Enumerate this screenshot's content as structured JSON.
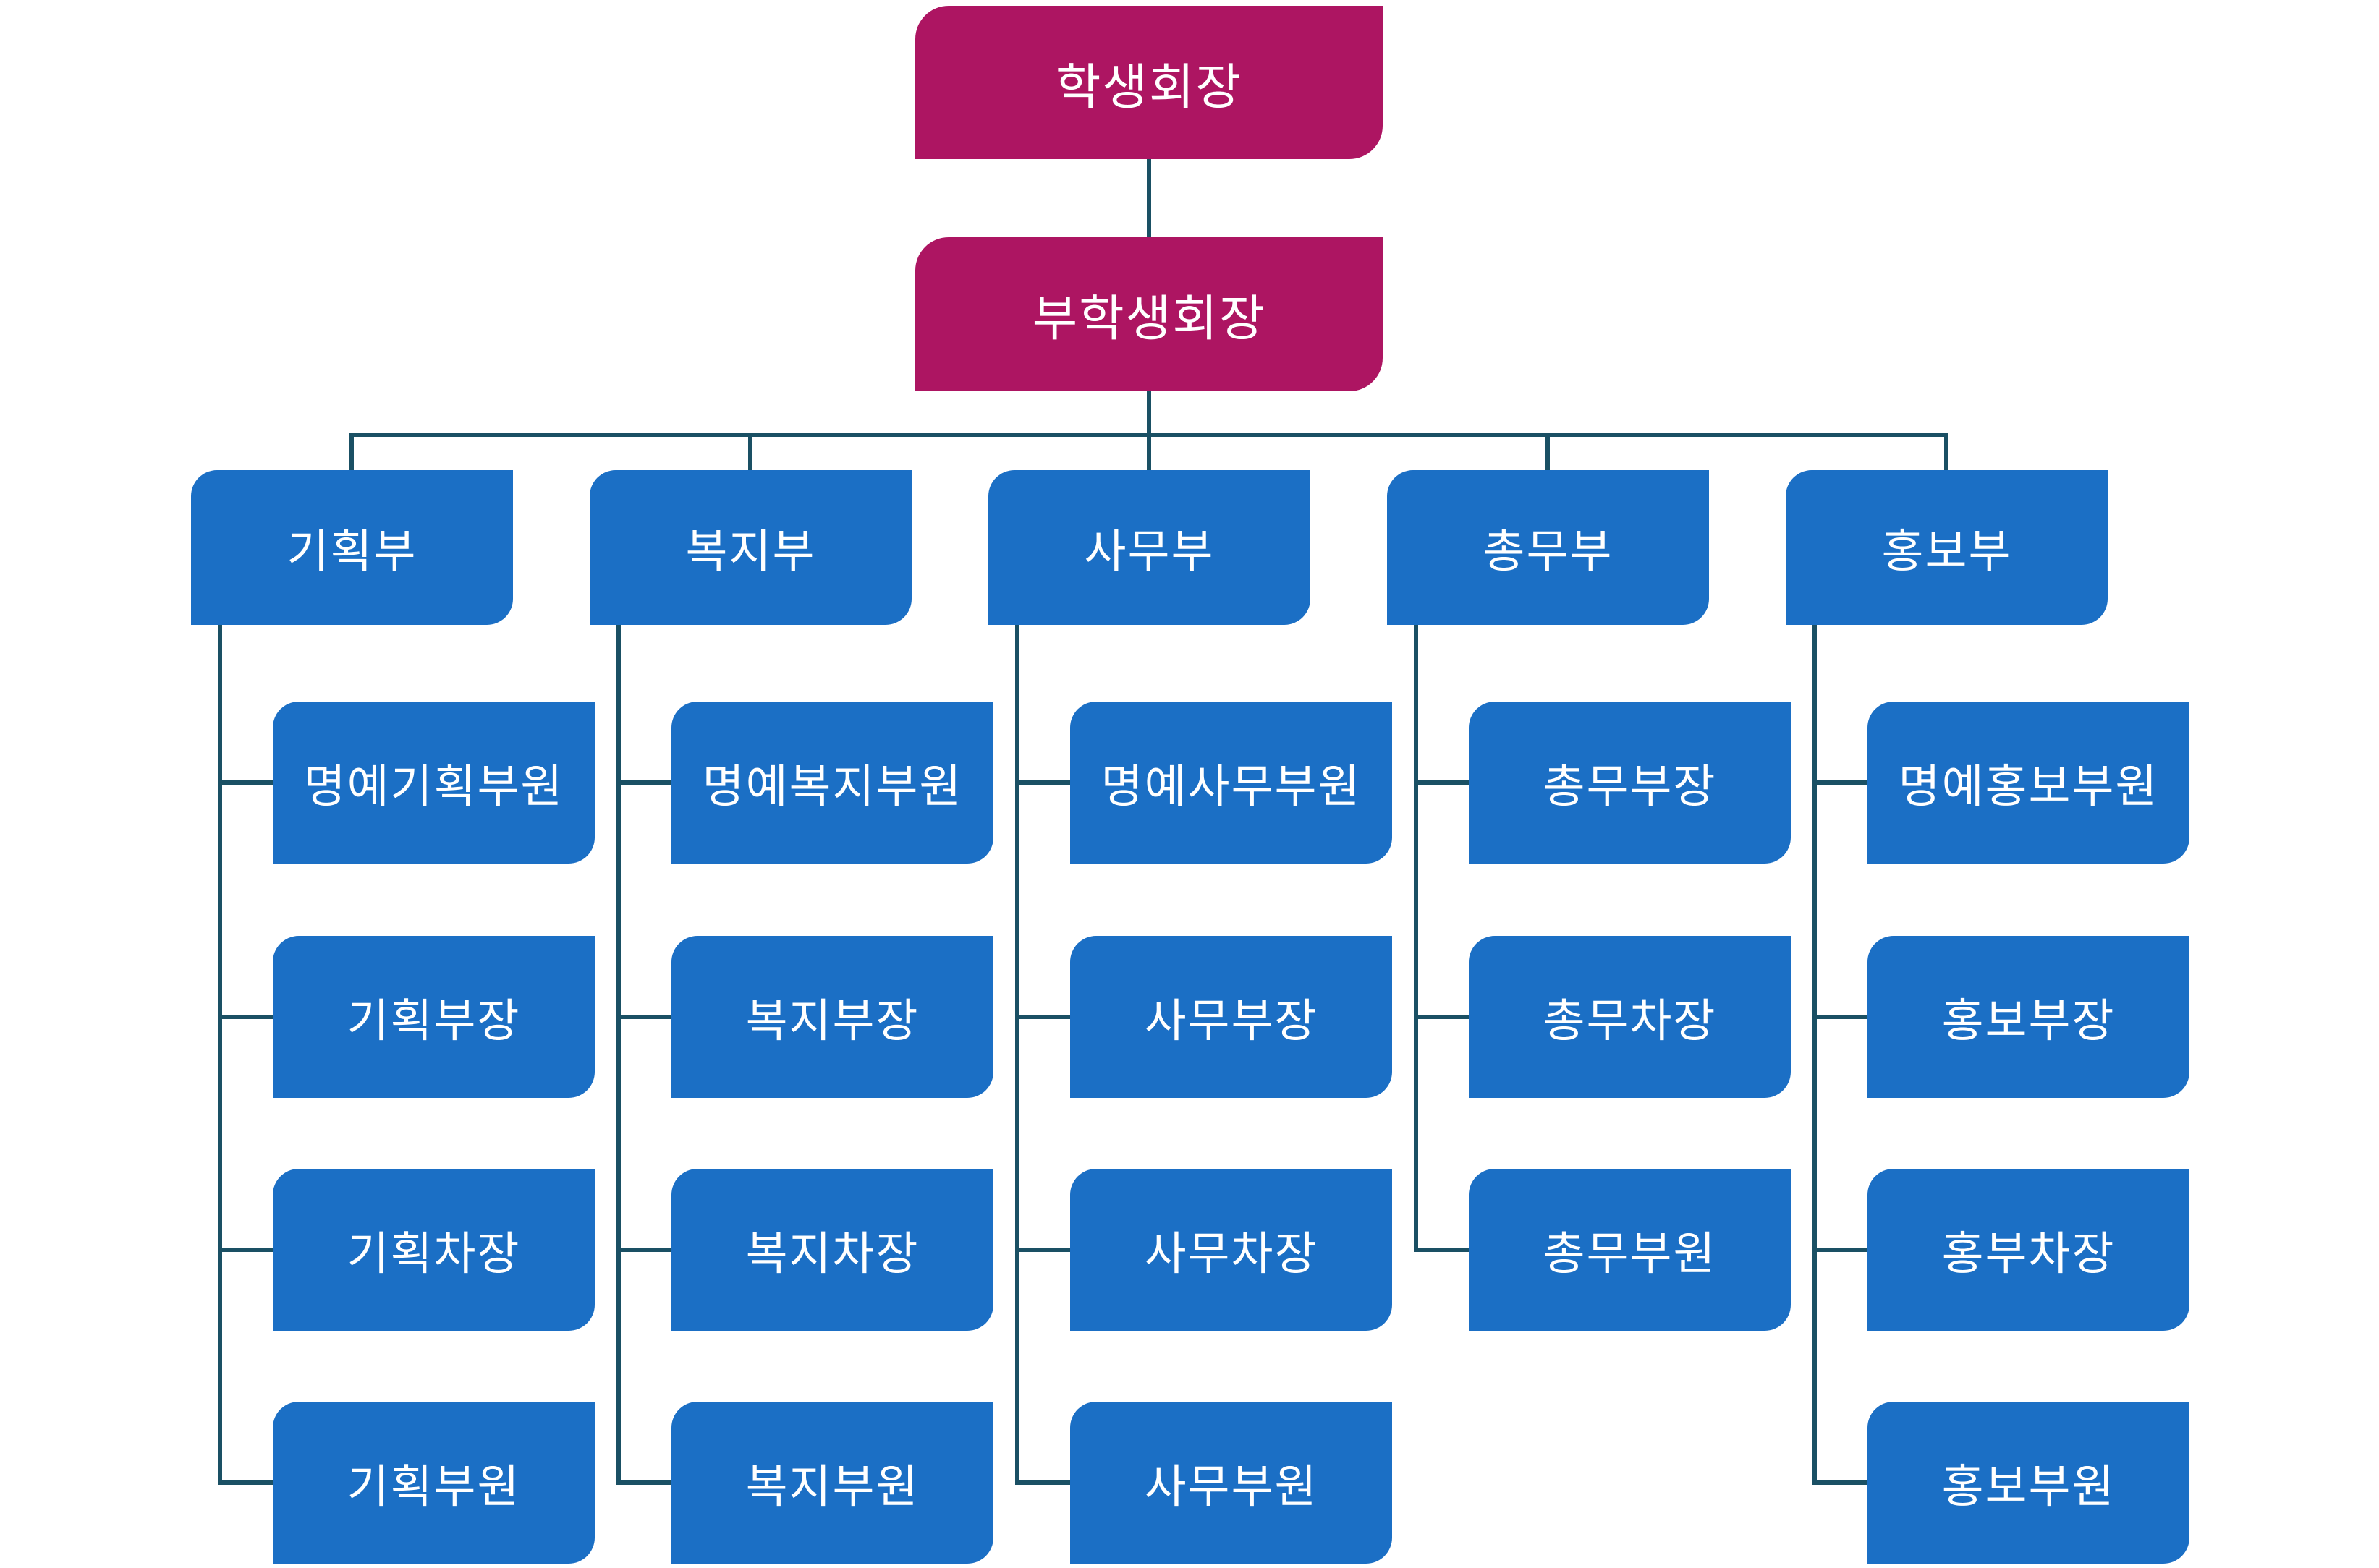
{
  "colors": {
    "background": "#ffffff",
    "executive": "#AD1562",
    "department": "#1B6FC5",
    "line": "#1A5064",
    "text": "#ffffff"
  },
  "org": {
    "president": "학생회장",
    "vice_president": "부학생회장",
    "departments": [
      {
        "name": "기획부",
        "members": [
          "명예기획부원",
          "기획부장",
          "기획차장",
          "기획부원"
        ]
      },
      {
        "name": "복지부",
        "members": [
          "명예복지부원",
          "복지부장",
          "복지차장",
          "복지부원"
        ]
      },
      {
        "name": "사무부",
        "members": [
          "명예사무부원",
          "사무부장",
          "사무차장",
          "사무부원"
        ]
      },
      {
        "name": "총무부",
        "members": [
          "총무부장",
          "총무차장",
          "총무부원"
        ]
      },
      {
        "name": "홍보부",
        "members": [
          "명예홍보부원",
          "홍보부장",
          "홍부차장",
          "홍보부원"
        ]
      }
    ]
  }
}
